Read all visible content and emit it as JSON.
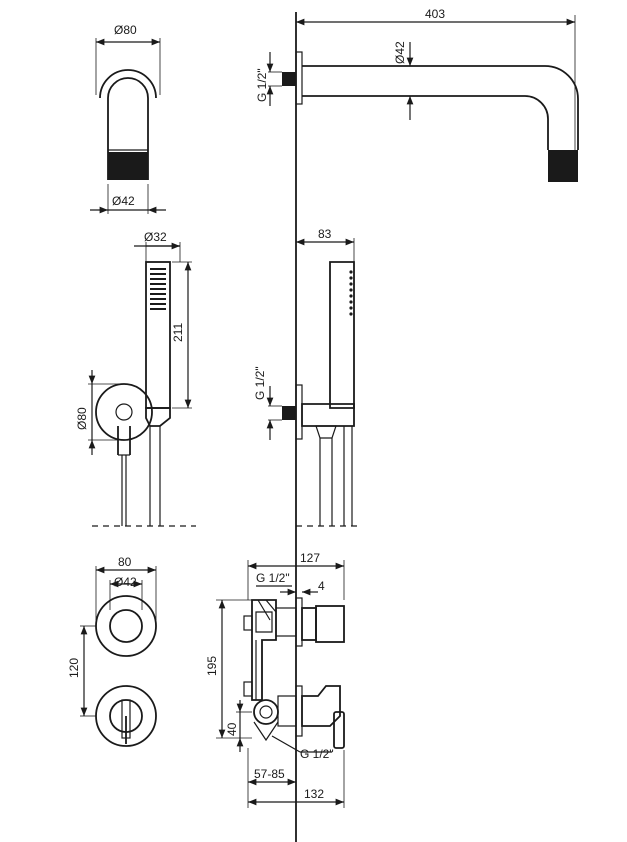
{
  "dimensions": {
    "spout_length": "403",
    "spout_pipe_dia": "Ø42",
    "spout_thread": "G 1/2\"",
    "spout_rosette_dia": "Ø80",
    "spout_front_pipe_dia": "Ø42",
    "handshower_dia": "Ø32",
    "handshower_length": "211",
    "holder_rosette_dia": "Ø80",
    "holder_projection": "83",
    "holder_thread": "G 1/2\"",
    "mixer_rosette_dia": "80",
    "mixer_knob_dia": "Ø42",
    "mixer_center_distance": "120",
    "body_depth_total": "127",
    "body_thread_top": "G 1/2\"",
    "wall_gap": "4",
    "body_height": "195",
    "body_bottom_offset": "40",
    "body_thread_bottom": "G 1/2\"",
    "mount_depth_range": "57-85",
    "body_projection": "132"
  }
}
